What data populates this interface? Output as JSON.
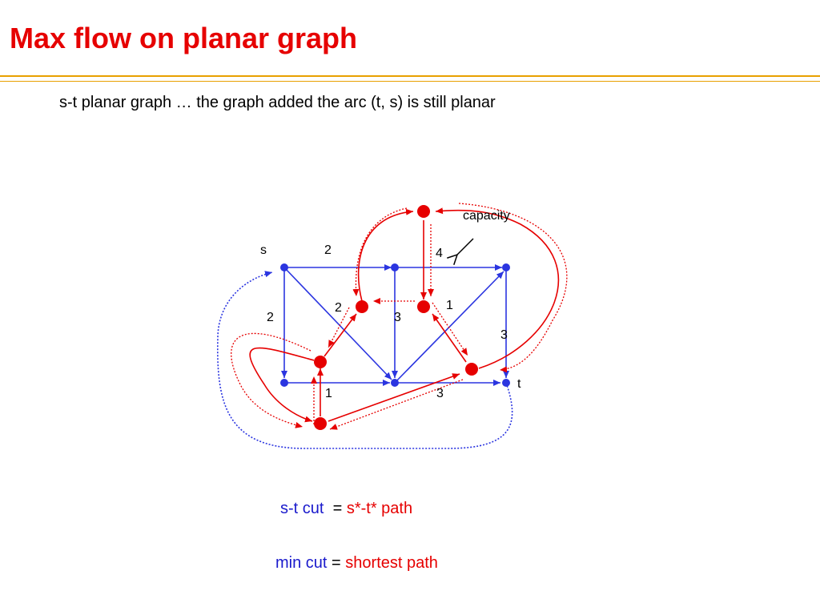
{
  "title": "Max flow on planar graph",
  "subtitle": "s-t planar graph … the graph added the arc (t, s) is still planar",
  "diagram": {
    "node_s_label": "s",
    "node_t_label": "t",
    "annotation_label": "capacity",
    "capacities": {
      "s_to_top_middle": "2",
      "dual_top_edge": "4",
      "left_vertical": "2",
      "center_left_diagonal": "2",
      "middle_vertical": "3",
      "center_right": "1",
      "right_vertical": "3",
      "bottom_left": "1",
      "bottom_right": "3"
    },
    "colors": {
      "primal": "#2b35e0",
      "dual": "#e60000",
      "title": "#e60000",
      "rule": "#e8a000"
    }
  },
  "captions": {
    "line1": {
      "left": "s-t cut",
      "eq": "=",
      "right": "s*-t* path"
    },
    "line2": {
      "left": "min cut",
      "eq": "=",
      "right": "shortest path"
    }
  }
}
